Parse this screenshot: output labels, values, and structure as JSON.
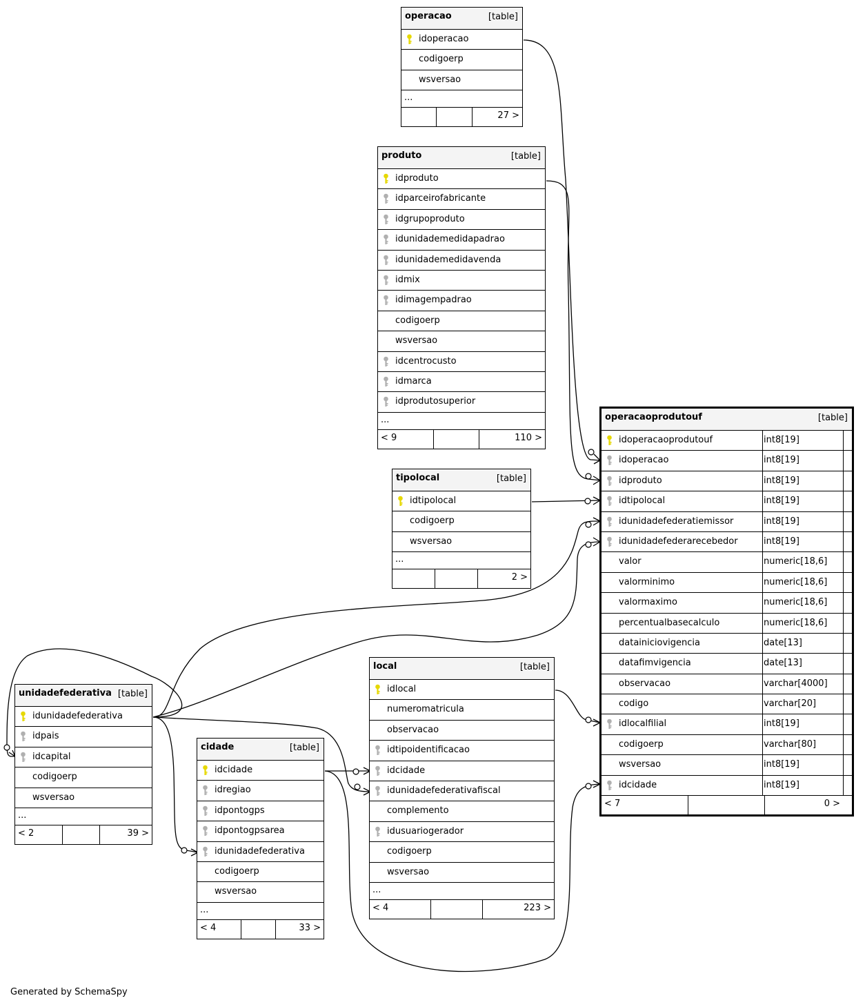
{
  "credit": "Generated by SchemaSpy",
  "tables": [
    {
      "id": "operacao",
      "name": "operacao",
      "type": "[table]",
      "columns": [
        {
          "name": "idoperacao",
          "key": "pk"
        },
        {
          "name": "codigoerp",
          "key": ""
        },
        {
          "name": "wsversao",
          "key": ""
        }
      ],
      "more": "...",
      "foot_left": "",
      "foot_right": "27 >"
    },
    {
      "id": "produto",
      "name": "produto",
      "type": "[table]",
      "columns": [
        {
          "name": "idproduto",
          "key": "pk"
        },
        {
          "name": "idparceirofabricante",
          "key": "fk"
        },
        {
          "name": "idgrupoproduto",
          "key": "fk"
        },
        {
          "name": "idunidademedidapadrao",
          "key": "fk"
        },
        {
          "name": "idunidademedidavenda",
          "key": "fk"
        },
        {
          "name": "idmix",
          "key": "fk"
        },
        {
          "name": "idimagempadrao",
          "key": "fk"
        },
        {
          "name": "codigoerp",
          "key": ""
        },
        {
          "name": "wsversao",
          "key": ""
        },
        {
          "name": "idcentrocusto",
          "key": "fk"
        },
        {
          "name": "idmarca",
          "key": "fk"
        },
        {
          "name": "idprodutosuperior",
          "key": "fk"
        }
      ],
      "more": "...",
      "foot_left": "< 9",
      "foot_right": "110 >"
    },
    {
      "id": "tipolocal",
      "name": "tipolocal",
      "type": "[table]",
      "columns": [
        {
          "name": "idtipolocal",
          "key": "pk"
        },
        {
          "name": "codigoerp",
          "key": ""
        },
        {
          "name": "wsversao",
          "key": ""
        }
      ],
      "more": "...",
      "foot_left": "",
      "foot_right": "2 >"
    },
    {
      "id": "unidadefederativa",
      "name": "unidadefederativa",
      "type": "[table]",
      "columns": [
        {
          "name": "idunidadefederativa",
          "key": "pk"
        },
        {
          "name": "idpais",
          "key": "fk"
        },
        {
          "name": "idcapital",
          "key": "fk"
        },
        {
          "name": "codigoerp",
          "key": ""
        },
        {
          "name": "wsversao",
          "key": ""
        }
      ],
      "more": "...",
      "foot_left": "< 2",
      "foot_right": "39 >"
    },
    {
      "id": "cidade",
      "name": "cidade",
      "type": "[table]",
      "columns": [
        {
          "name": "idcidade",
          "key": "pk"
        },
        {
          "name": "idregiao",
          "key": "fk"
        },
        {
          "name": "idpontogps",
          "key": "fk"
        },
        {
          "name": "idpontogpsarea",
          "key": "fk"
        },
        {
          "name": "idunidadefederativa",
          "key": "fk"
        },
        {
          "name": "codigoerp",
          "key": ""
        },
        {
          "name": "wsversao",
          "key": ""
        }
      ],
      "more": "...",
      "foot_left": "< 4",
      "foot_right": "33 >"
    },
    {
      "id": "local",
      "name": "local",
      "type": "[table]",
      "columns": [
        {
          "name": "idlocal",
          "key": "pk"
        },
        {
          "name": "numeromatricula",
          "key": ""
        },
        {
          "name": "observacao",
          "key": ""
        },
        {
          "name": "idtipoidentificacao",
          "key": "fk"
        },
        {
          "name": "idcidade",
          "key": "fk"
        },
        {
          "name": "idunidadefederativafiscal",
          "key": "fk"
        },
        {
          "name": "complemento",
          "key": ""
        },
        {
          "name": "idusuariogerador",
          "key": "fk"
        },
        {
          "name": "codigoerp",
          "key": ""
        },
        {
          "name": "wsversao",
          "key": ""
        }
      ],
      "more": "...",
      "foot_left": "< 4",
      "foot_right": "223 >"
    },
    {
      "id": "operacaoprodutouf",
      "name": "operacaoprodutouf",
      "type": "[table]",
      "columns": [
        {
          "name": "idoperacaoprodutouf",
          "key": "pk",
          "dtype": "int8[19]"
        },
        {
          "name": "idoperacao",
          "key": "fk",
          "dtype": "int8[19]"
        },
        {
          "name": "idproduto",
          "key": "fk",
          "dtype": "int8[19]"
        },
        {
          "name": "idtipolocal",
          "key": "fk",
          "dtype": "int8[19]"
        },
        {
          "name": "idunidadefederatiemissor",
          "key": "fk",
          "dtype": "int8[19]"
        },
        {
          "name": "idunidadefederarecebedor",
          "key": "fk",
          "dtype": "int8[19]"
        },
        {
          "name": "valor",
          "key": "",
          "dtype": "numeric[18,6]"
        },
        {
          "name": "valorminimo",
          "key": "",
          "dtype": "numeric[18,6]"
        },
        {
          "name": "valormaximo",
          "key": "",
          "dtype": "numeric[18,6]"
        },
        {
          "name": "percentualbasecalculo",
          "key": "",
          "dtype": "numeric[18,6]"
        },
        {
          "name": "datainiciovigencia",
          "key": "",
          "dtype": "date[13]"
        },
        {
          "name": "datafimvigencia",
          "key": "",
          "dtype": "date[13]"
        },
        {
          "name": "observacao",
          "key": "",
          "dtype": "varchar[4000]"
        },
        {
          "name": "codigo",
          "key": "",
          "dtype": "varchar[20]"
        },
        {
          "name": "idlocalfilial",
          "key": "fk",
          "dtype": "int8[19]"
        },
        {
          "name": "codigoerp",
          "key": "",
          "dtype": "varchar[80]"
        },
        {
          "name": "wsversao",
          "key": "",
          "dtype": "int8[19]"
        },
        {
          "name": "idcidade",
          "key": "fk",
          "dtype": "int8[19]"
        }
      ],
      "more": "",
      "foot_left": "< 7",
      "foot_right": "0 >"
    }
  ],
  "colors": {
    "pk_key": "#e6d800",
    "fk_key": "#b0b0b0",
    "header_bg": "#f4f4f4"
  }
}
